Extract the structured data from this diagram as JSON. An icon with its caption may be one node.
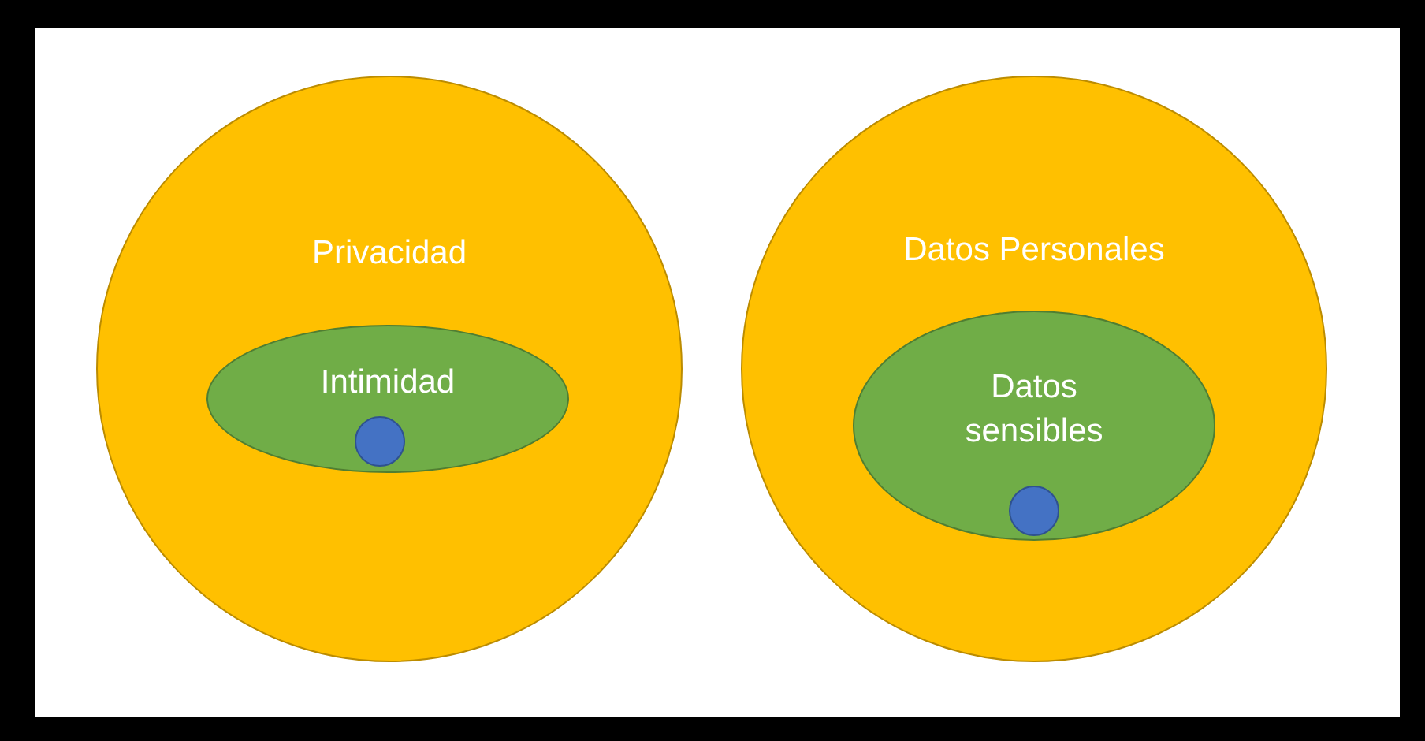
{
  "diagram": {
    "nodes": [
      {
        "text": [
          "Privacidad"
        ]
      },
      {
        "text": [
          "Intimidad"
        ],
        "in": 0
      },
      {
        "text": [],
        "shape": "circle",
        "in": 1
      },
      {
        "text": [
          "Datos Personales"
        ]
      },
      {
        "text": [
          "Datos sensibles"
        ],
        "in": 3
      },
      {
        "text": [],
        "shape": "circle",
        "in": 4
      }
    ]
  }
}
